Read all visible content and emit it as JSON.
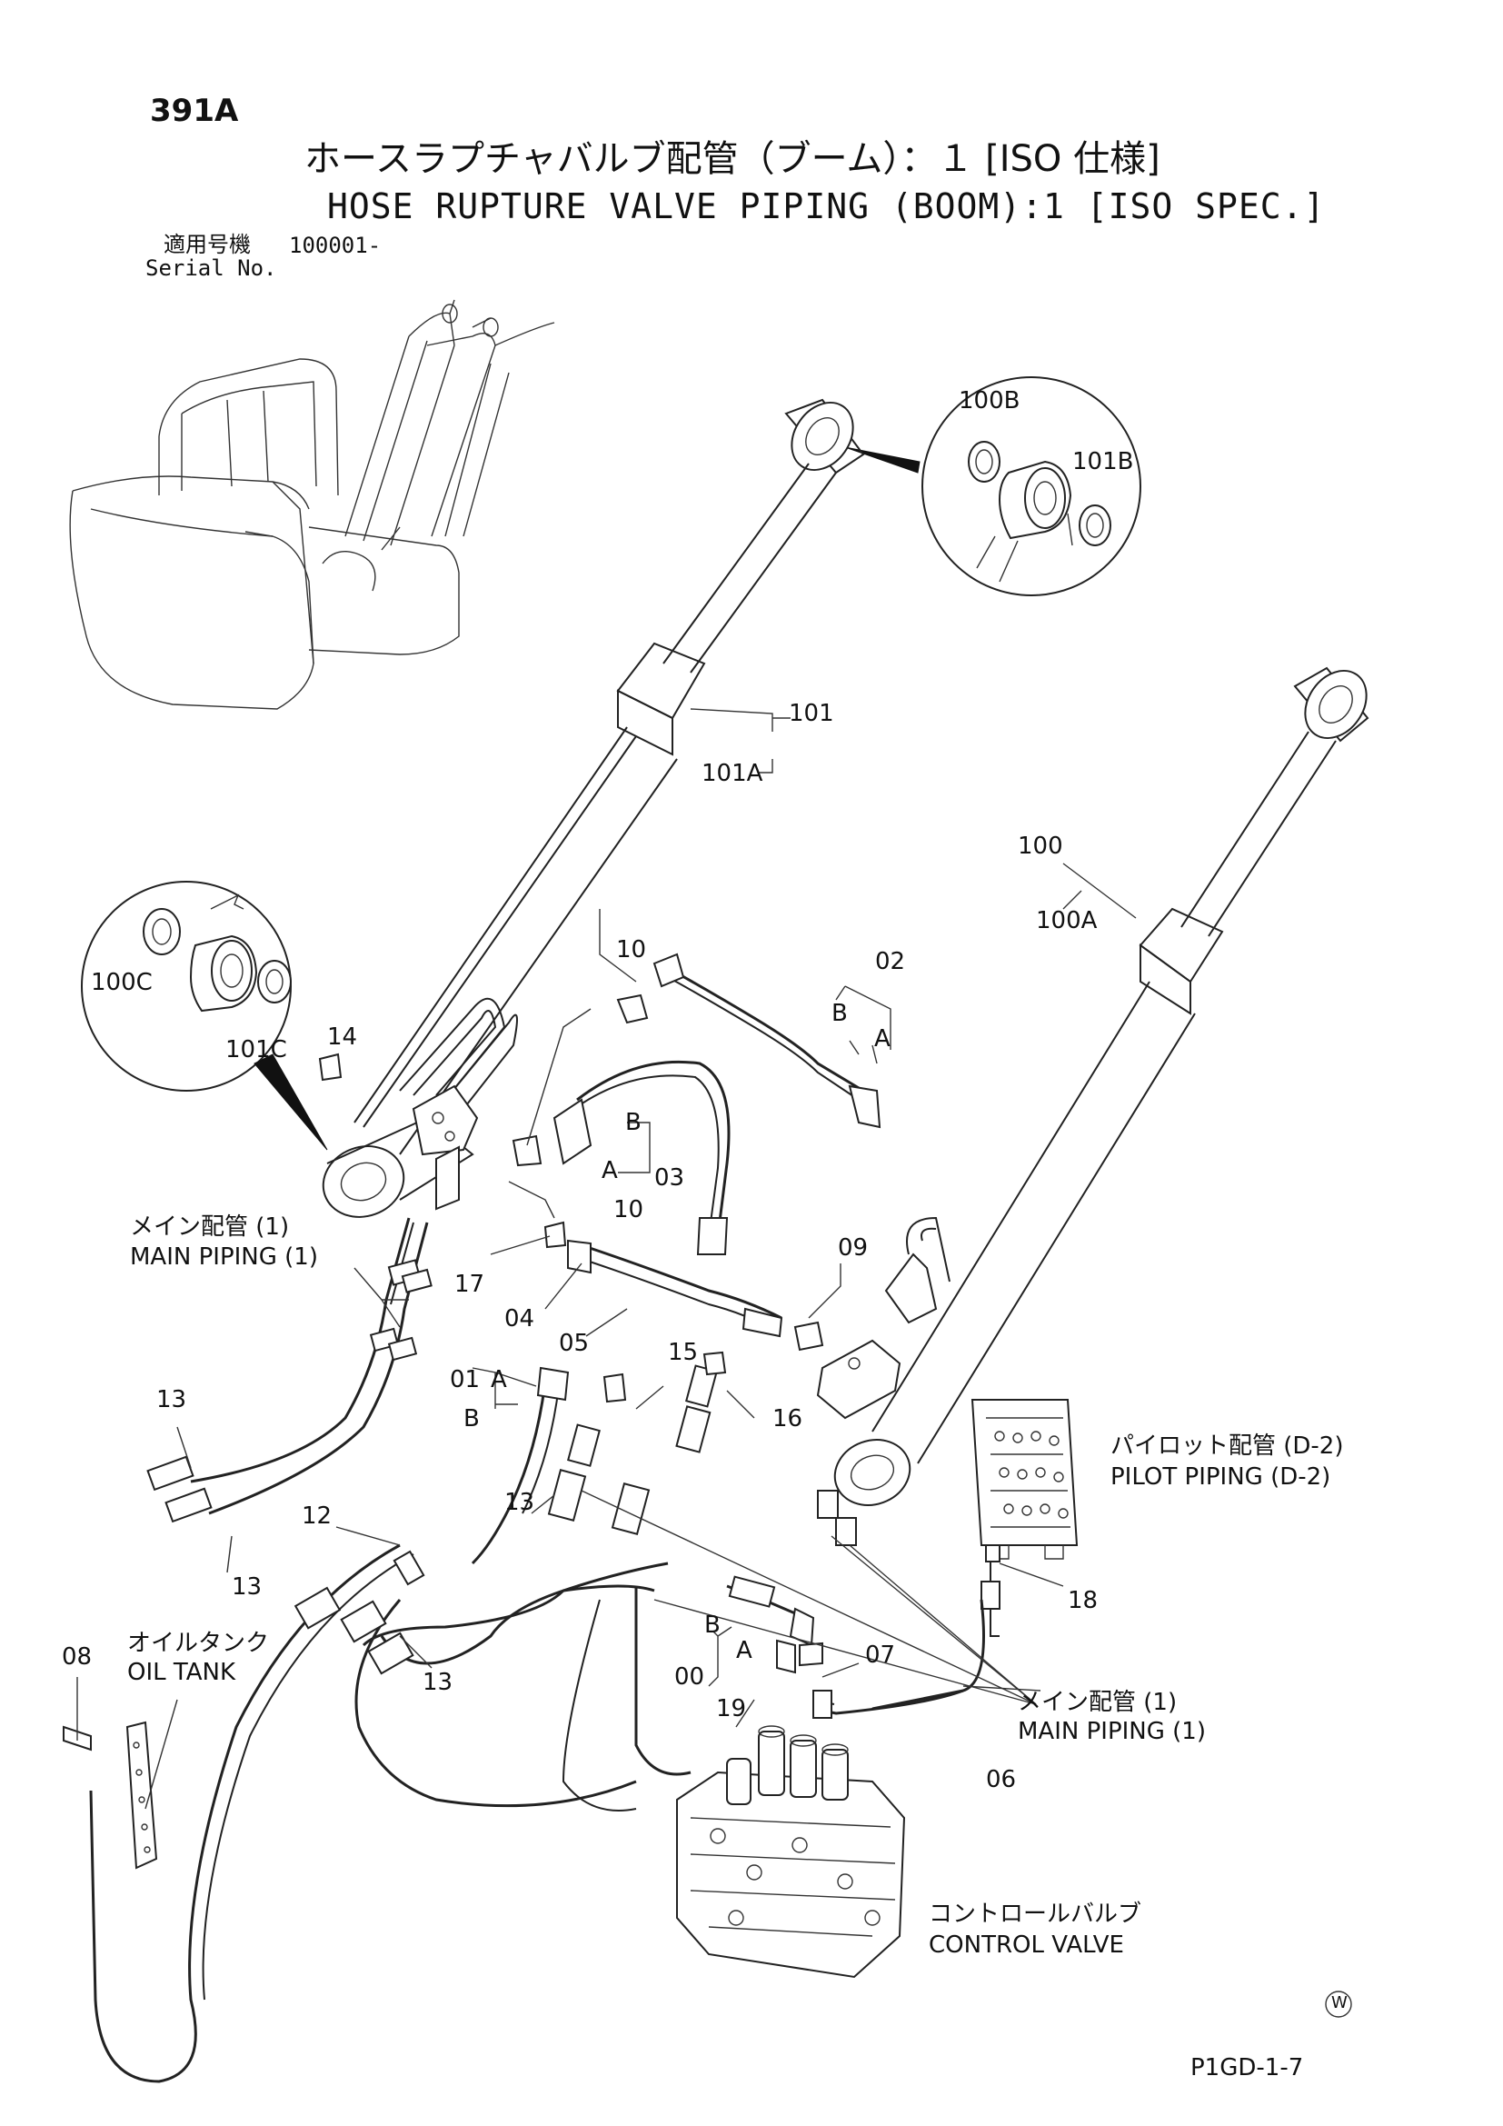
{
  "header": {
    "page_number": "391A",
    "title_jp": "ホースラプチャバルブ配管（ブーム）：１ [ISO 仕様]",
    "title_en": "HOSE RUPTURE VALVE PIPING (BOOM):1 [ISO SPEC.]",
    "serial_label_jp": "適用号機",
    "serial_value": "100001-",
    "serial_label_en": "Serial No."
  },
  "callouts": {
    "c100B": "100B",
    "c101B": "101B",
    "c101": "101",
    "c101A": "101A",
    "c100": "100",
    "c100A": "100A",
    "c100C": "100C",
    "c101C": "101C",
    "c14": "14",
    "c10a": "10",
    "c10b": "10",
    "c02": "02",
    "cB1": "B",
    "cA1": "A",
    "cB2": "B",
    "cA2": "A",
    "c03": "03",
    "c17": "17",
    "c04": "04",
    "c05": "05",
    "c09": "09",
    "c01": "01",
    "cA3": "A",
    "cB3": "B",
    "c15": "15",
    "c16": "16",
    "c13a": "13",
    "c13b": "13",
    "c13c": "13",
    "c13d": "13",
    "c12": "12",
    "c08": "08",
    "cB4": "B",
    "cA4": "A",
    "c00": "00",
    "c19": "19",
    "c07": "07",
    "c06": "06",
    "c18": "18"
  },
  "labels": {
    "main_piping_jp_1": "メイン配管 (1)",
    "main_piping_en_1": "MAIN PIPING (1)",
    "main_piping_jp_2": "メイン配管 (1)",
    "main_piping_en_2": "MAIN PIPING (1)",
    "pilot_piping_jp": "パイロット配管 (D-2)",
    "pilot_piping_en": "PILOT PIPING (D-2)",
    "oil_tank_jp": "オイルタンク",
    "oil_tank_en": "OIL TANK",
    "control_valve_jp": "コントロールバルブ",
    "control_valve_en": "CONTROL VALVE"
  },
  "footer": {
    "w_mark": "W",
    "drawing_code": "P1GD-1-7"
  },
  "icons": [
    "excavator-thumbnail-icon",
    "boom-cylinder-icon",
    "hose-rupture-valve-icon",
    "control-valve-icon",
    "pilot-valve-icon",
    "oil-tank-plate-icon",
    "bushing-detail-icon"
  ]
}
